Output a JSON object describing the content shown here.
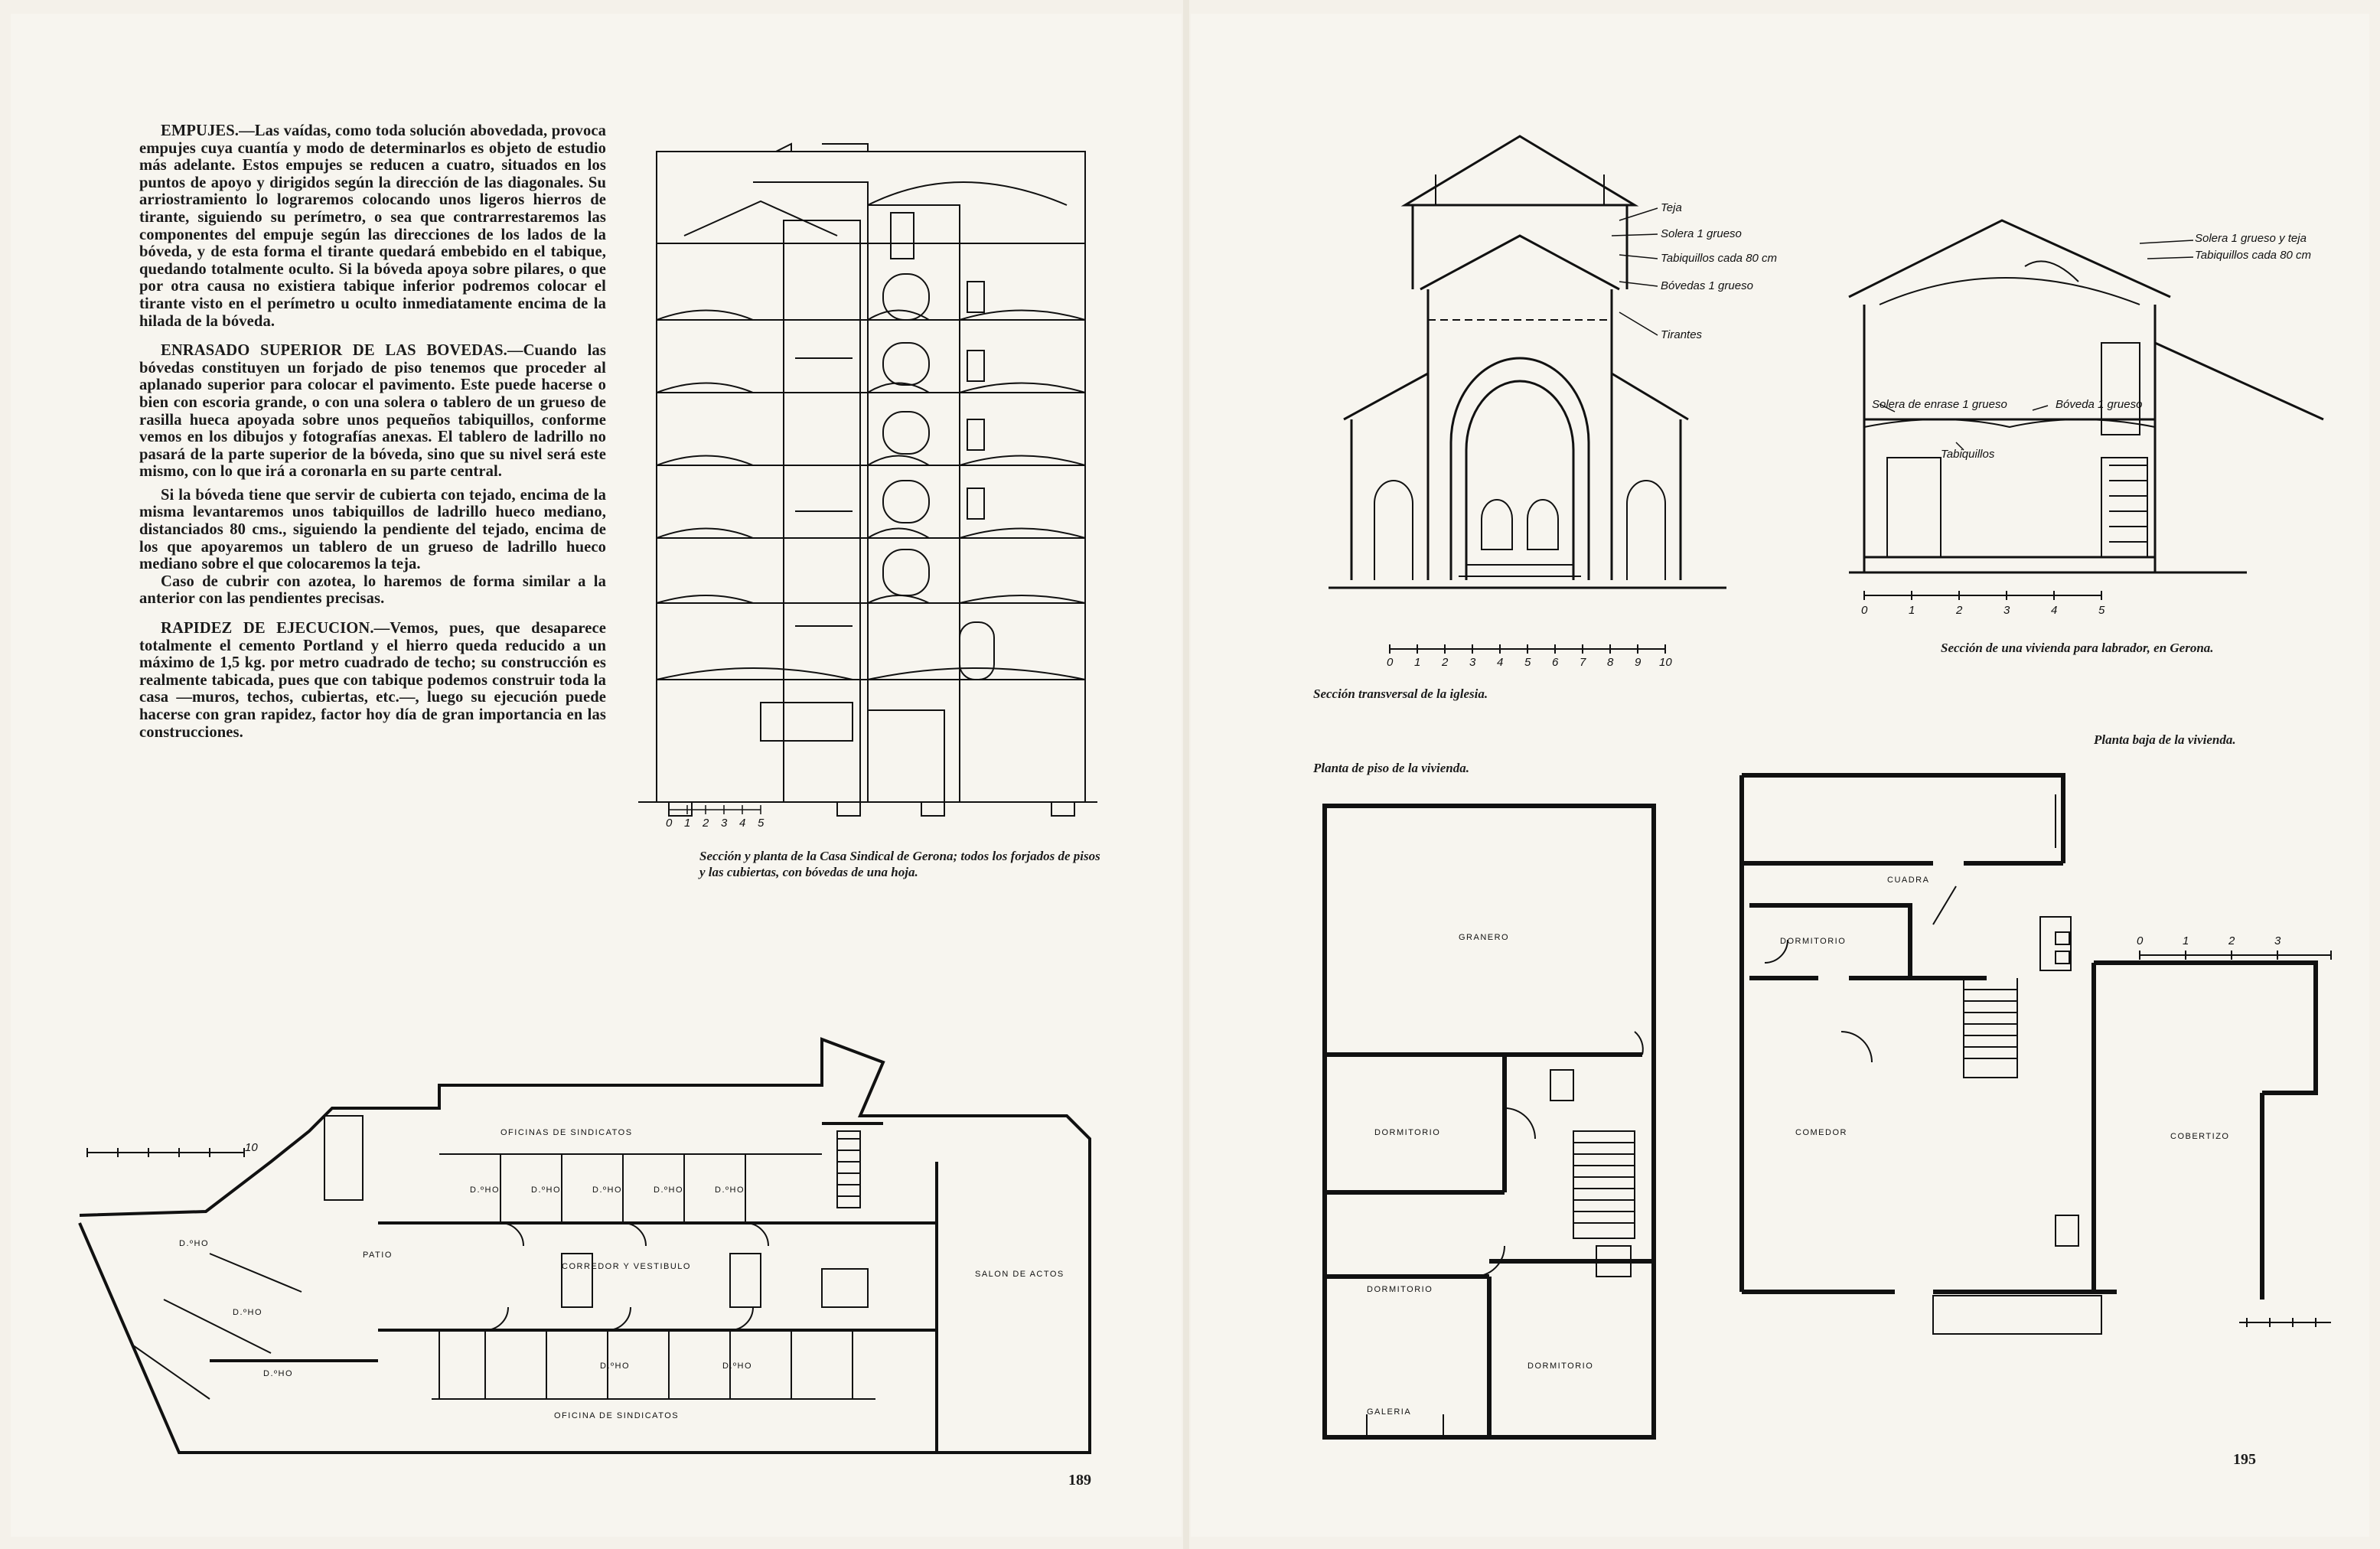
{
  "left_page": {
    "paragraphs": [
      {
        "heading": "EMPUJES.",
        "text": "—Las vaídas, como toda solución abovedada, provoca empujes cuya cuantía y modo de determinarlos es objeto de estudio más adelante. Estos empujes se reducen a cuatro, situados en los puntos de apoyo y dirigidos según la dirección de las diagonales. Su arriostramiento lo lograremos colocando unos ligeros hierros de tirante, siguiendo su perímetro, o sea que contrarrestaremos las componentes del empuje según las direcciones de los lados de la bóveda, y de esta forma el tirante quedará embebido en el tabique, quedando totalmente oculto. Si la bóveda apoya sobre pilares, o que por otra causa no existiera tabique inferior podremos colocar el tirante visto en el perímetro u oculto inmediatamente encima de la hilada de la bóveda."
      },
      {
        "heading": "ENRASADO SUPERIOR DE LAS BOVEDAS.",
        "text": "—Cuando las bóvedas constituyen un forjado de piso tenemos que proceder al aplanado superior para colocar el pavimento. Este puede hacerse o bien con escoria grande, o con una solera o tablero de un grueso de rasilla hueca apoyada sobre unos pequeños tabiquillos, conforme vemos en los dibujos y fotografías anexas. El tablero de ladrillo no pasará de la parte superior de la bóveda, sino que su nivel será este mismo, con lo que irá a coronarla en su parte central."
      },
      {
        "heading": "",
        "text": "Si la bóveda tiene que servir de cubierta con tejado, encima de la misma levantaremos unos tabiquillos de ladrillo hueco mediano, distanciados 80 cms., siguiendo la pendiente del tejado, encima de los que apoyaremos un tablero de un grueso de ladrillo hueco mediano sobre el que colocaremos la teja."
      },
      {
        "heading": "",
        "text": "Caso de cubrir con azotea, lo haremos de forma similar a la anterior con las pendientes precisas."
      },
      {
        "heading": "RAPIDEZ DE EJECUCION.",
        "text": "—Vemos, pues, que desaparece totalmente el cemento Portland y el hierro queda reducido a un máximo de 1,5 kg. por metro cuadrado de techo; su construcción es realmente tabicada, pues que con tabique podemos construir toda la casa —muros, techos, cubiertas, etc.—, luego su ejecución puede hacerse con gran rapidez, factor hoy día de gran importancia en las construcciones."
      }
    ],
    "caption": "Sección y planta de la Casa Sindical de Gerona; todos los forjados de pisos y las cubiertas, con bóvedas de una hoja.",
    "section_scale": [
      "0",
      "1",
      "2",
      "3",
      "4",
      "5"
    ],
    "plan_scale": "10",
    "plan_labels": {
      "top_office": "OFICINAS DE SINDICATOS",
      "bottom_office": "OFICINA DE SINDICATOS",
      "corridor": "CORREDOR Y VESTIBULO",
      "hall": "SALON DE ACTOS",
      "patio": "PATIO",
      "room": "D.ºHO"
    },
    "page_number": "189"
  },
  "right_page": {
    "church_labels": [
      "Teja",
      "Solera 1 grueso",
      "Tabiquillos cada 80 cm",
      "Bóvedas 1 grueso",
      "Tirantes"
    ],
    "church_scale": [
      "0",
      "1",
      "2",
      "3",
      "4",
      "5",
      "6",
      "7",
      "8",
      "9",
      "10"
    ],
    "church_caption": "Sección transversal de la iglesia.",
    "house_labels": [
      "Solera 1 grueso y teja",
      "Tabiquillos cada 80 cm",
      "Solera de enrase 1 grueso",
      "Bóveda 1 grueso",
      "Tabiquillos"
    ],
    "house_scale": [
      "0",
      "1",
      "2",
      "3",
      "4",
      "5"
    ],
    "house_caption": "Sección de una vivienda para labrador, en Gerona.",
    "upper_plan_caption": "Planta de piso de la vivienda.",
    "ground_plan_caption": "Planta baja de la vivienda.",
    "upper_rooms": {
      "granary": "GRANERO",
      "bed1": "DORMITORIO",
      "bed2": "DORMITORIO",
      "bed3": "DORMITORIO",
      "gallery": "GALERIA"
    },
    "ground_rooms": {
      "stable": "CUADRA",
      "bed": "DORMITORIO",
      "dining": "COMEDOR",
      "shed": "COBERTIZO"
    },
    "plan_scale": [
      "0",
      "1",
      "2",
      "3"
    ],
    "page_number": "195"
  }
}
